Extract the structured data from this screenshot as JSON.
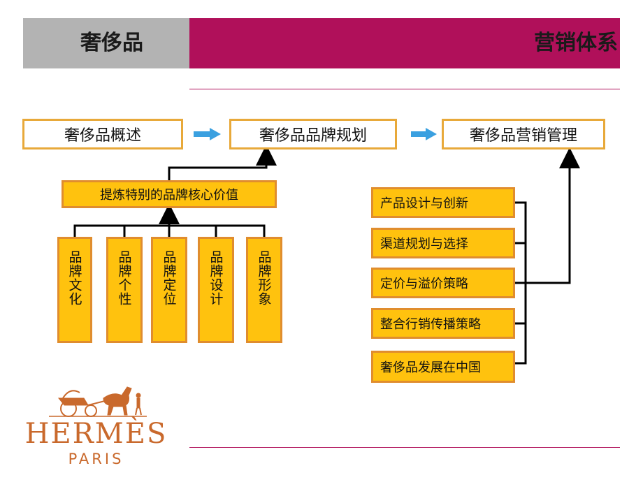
{
  "header": {
    "left_title": "奢侈品",
    "right_title": "营销体系"
  },
  "flow": {
    "step1": "奢侈品概述",
    "step2": "奢侈品品牌规划",
    "step3": "奢侈品营销管理"
  },
  "core_value": "提炼特别的品牌核心价值",
  "brand_items": [
    "品牌文化",
    "品牌个性",
    "品牌定位",
    "品牌设计",
    "品牌形象"
  ],
  "marketing_items": [
    "产品设计与创新",
    "渠道规划与选择",
    "定价与溢价策略",
    "整合行销传播策略",
    "奢侈品发展在中国"
  ],
  "logo": {
    "word": "HERMÈS",
    "sub": "PARIS"
  },
  "colors": {
    "accent": "#b0105a",
    "box_fill": "#ffc20e",
    "box_border": "#e08d2e",
    "arrow": "#3aa0e0"
  }
}
